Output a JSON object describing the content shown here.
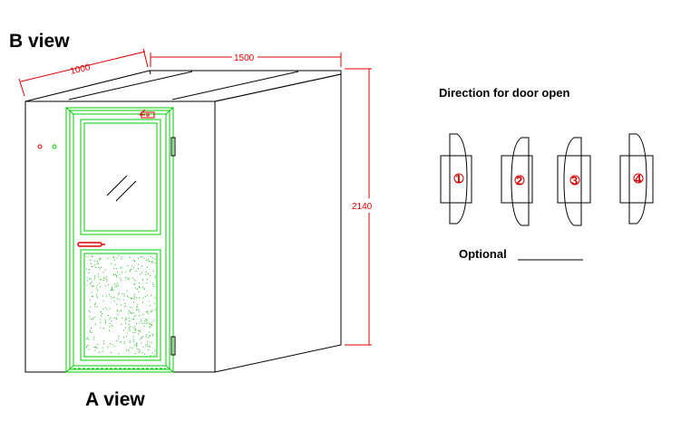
{
  "labels": {
    "top_view": "B view",
    "front_view": "A view",
    "direction_title": "Direction for door open",
    "optional": "Optional"
  },
  "dimensions": {
    "depth": "1000",
    "width": "1500",
    "height": "2140"
  },
  "door_options": [
    "1",
    "2",
    "3",
    "4"
  ],
  "colors": {
    "outline": "#000000",
    "door": "#00cc00",
    "dimension": "#e00000",
    "handle": "#e00000",
    "speckle": "#22bb22"
  }
}
